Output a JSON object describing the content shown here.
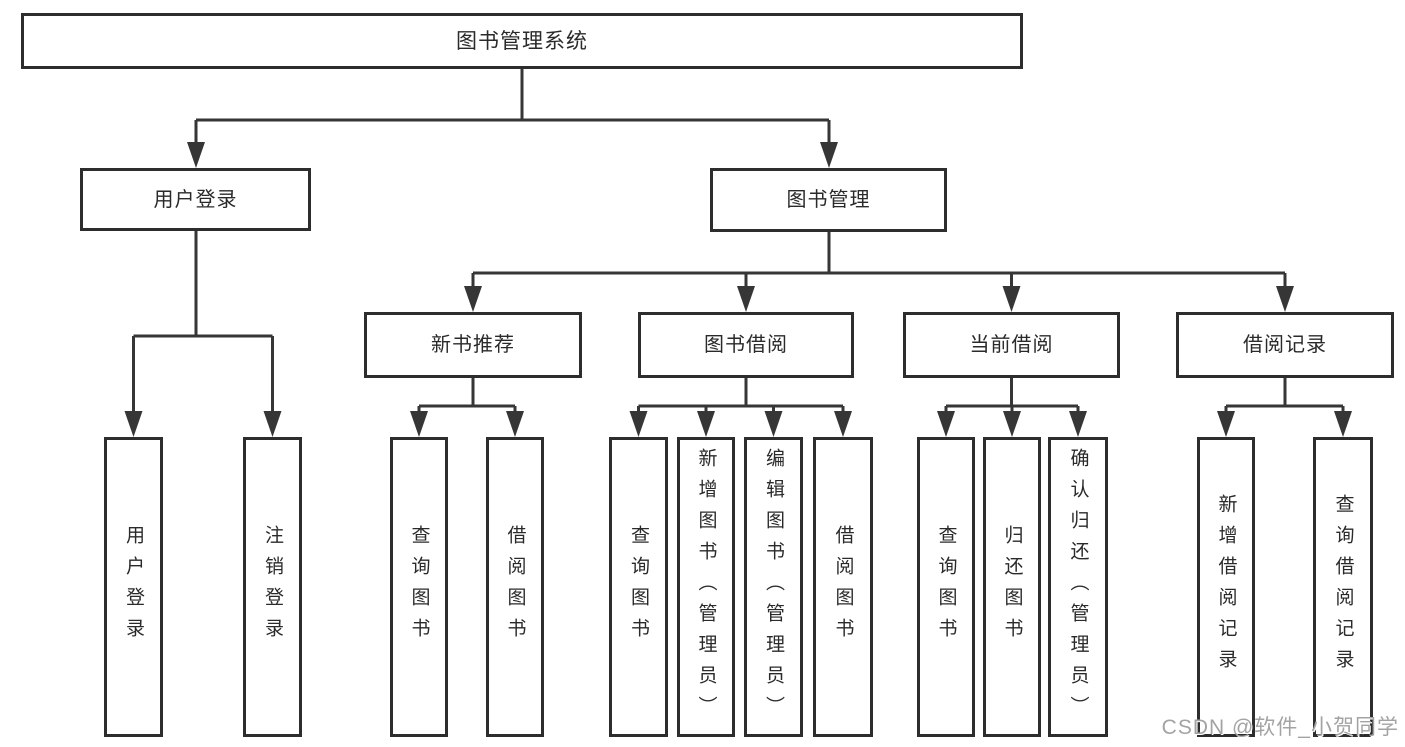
{
  "tree": {
    "label": "图书管理系统",
    "children": [
      {
        "label": "用户登录",
        "children": [
          {
            "label": "用户登录"
          },
          {
            "label": "注销登录"
          }
        ]
      },
      {
        "label": "图书管理",
        "children": [
          {
            "label": "新书推荐",
            "children": [
              {
                "label": "查询图书"
              },
              {
                "label": "借阅图书"
              }
            ]
          },
          {
            "label": "图书借阅",
            "children": [
              {
                "label": "查询图书"
              },
              {
                "label": "新增图书（管理员）"
              },
              {
                "label": "编辑图书（管理员）"
              },
              {
                "label": "借阅图书"
              }
            ]
          },
          {
            "label": "当前借阅",
            "children": [
              {
                "label": "查询图书"
              },
              {
                "label": "归还图书"
              },
              {
                "label": "确认归还（管理员）"
              }
            ]
          },
          {
            "label": "借阅记录",
            "children": [
              {
                "label": "新增借阅记录"
              },
              {
                "label": "查询借阅记录"
              }
            ]
          }
        ]
      }
    ]
  },
  "watermark": "CSDN @软件_小贺同学",
  "colors": {
    "line": "#363636",
    "box_border": "#2d2d2d",
    "text": "#2a2a2a",
    "watermark": "#a3a3a3",
    "background": "#ffffff"
  }
}
